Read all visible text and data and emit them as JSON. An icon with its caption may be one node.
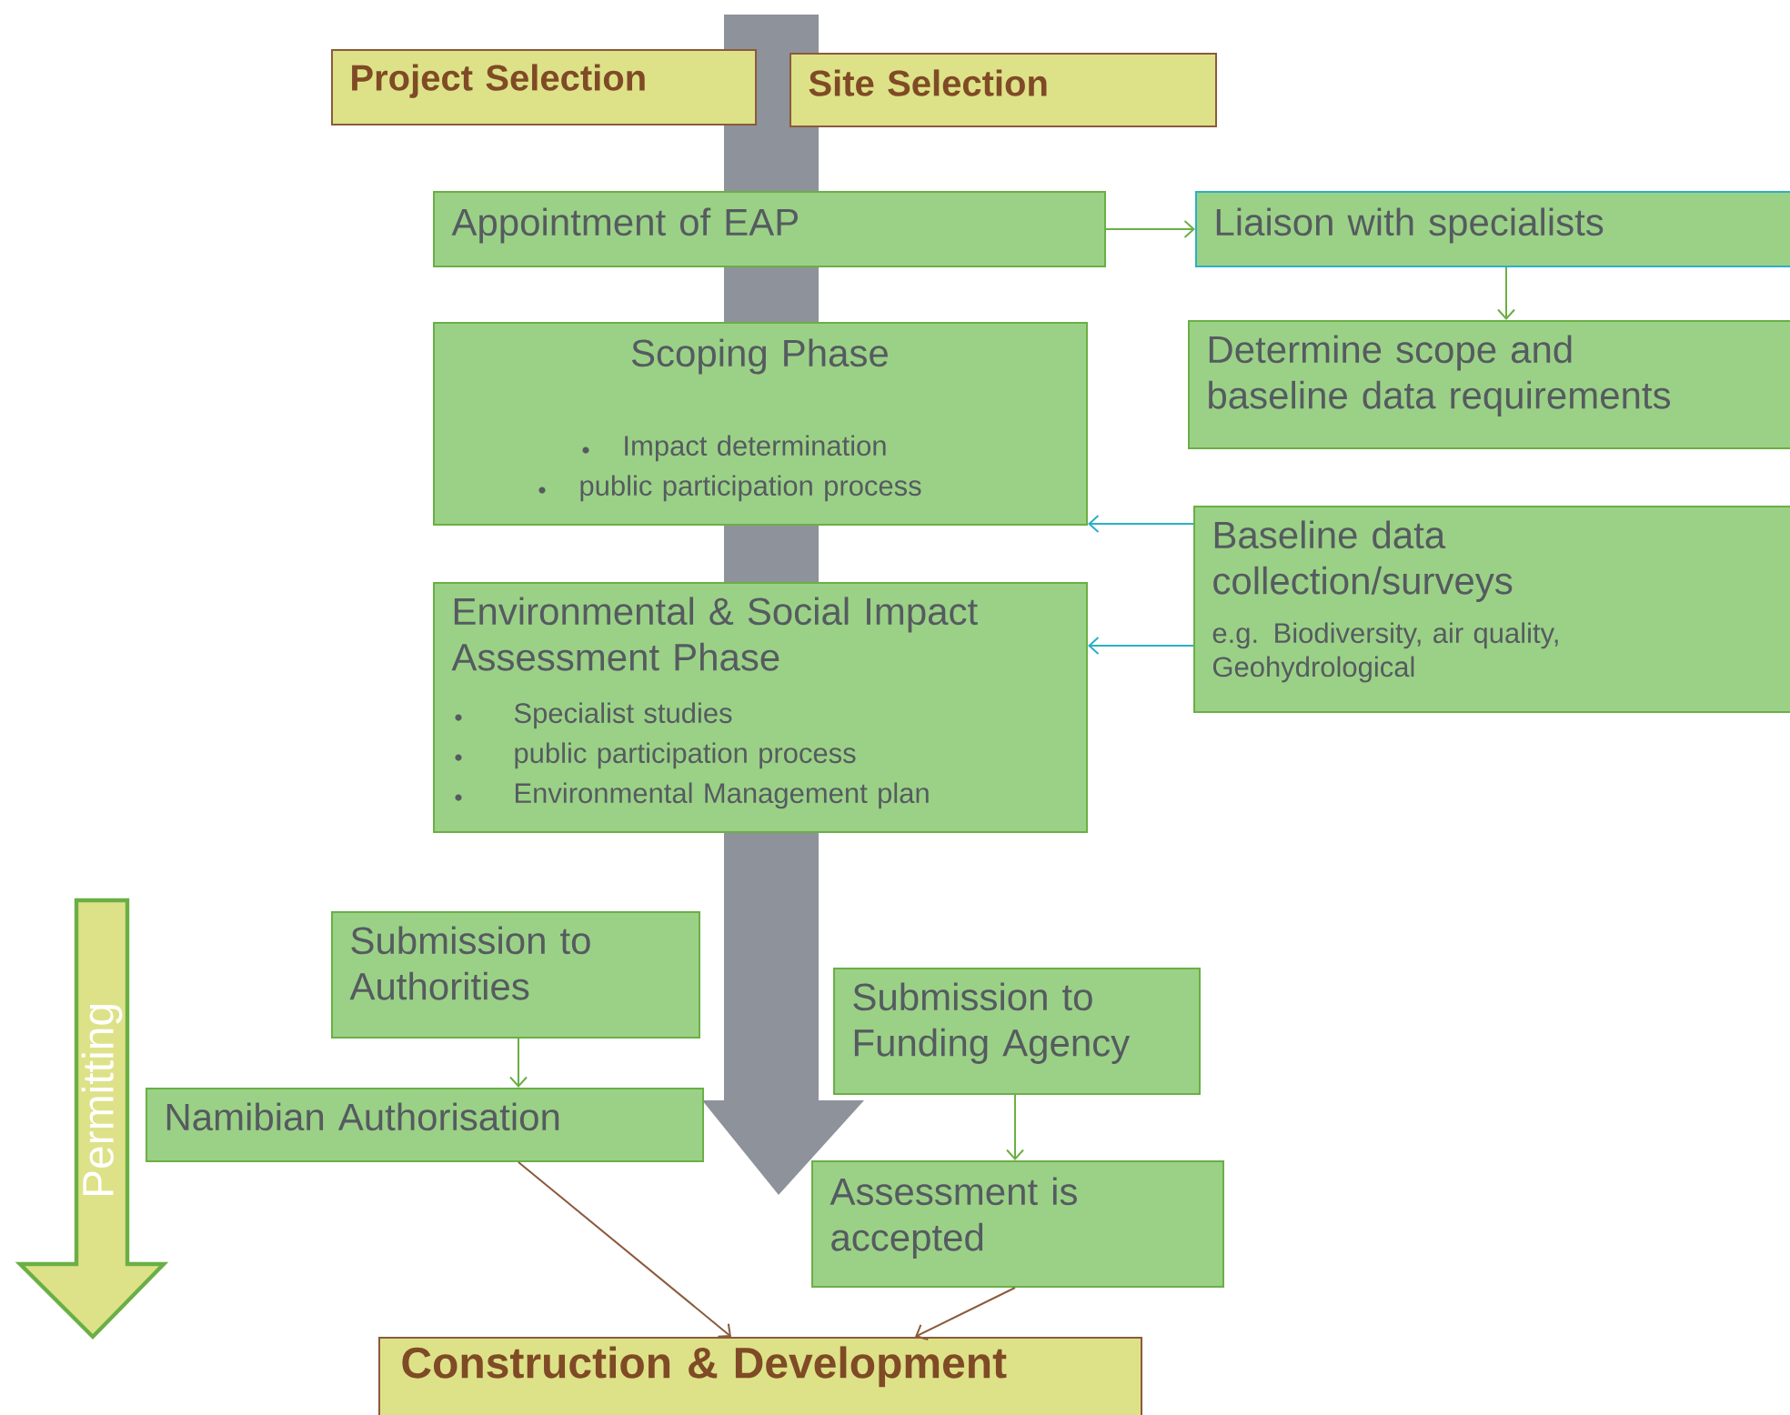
{
  "diagram": {
    "nodes": [
      {
        "text": [
          "Project Selection"
        ]
      },
      {
        "text": [
          "Site Selection"
        ]
      },
      {
        "text": [
          "Appointment of EAP"
        ]
      },
      {
        "text": [
          "Liaison with specialists"
        ]
      },
      {
        "text": [
          "Determine scope and baseline data requirements"
        ]
      },
      {
        "text": [
          "Scoping Phase",
          "Impact determination",
          "public participation process"
        ]
      },
      {
        "text": [
          "Baseline data collection/surveys",
          "e.g. Biodiversity, air quality, Geohydrological"
        ]
      },
      {
        "text": [
          "Environmental & Social Impact Assessment Phase",
          "Specialist studies",
          "public participation process",
          "Environmental Management plan"
        ]
      },
      {
        "text": [
          "Submission to Authorities"
        ]
      },
      {
        "text": [
          "Namibian Authorisation"
        ]
      },
      {
        "text": [
          "Submission to Funding Agency"
        ]
      },
      {
        "text": [
          "Assessment is accepted"
        ]
      },
      {
        "text": [
          "Construction & Development"
        ]
      },
      {
        "text": [
          "Permitting"
        ]
      }
    ],
    "edges": [
      {
        "from": 2,
        "to": 3,
        "arrow": "to"
      },
      {
        "from": 3,
        "to": 4,
        "arrow": "to"
      },
      {
        "from": 6,
        "to": 5,
        "arrow": "to",
        "color": "#2ab0c5"
      },
      {
        "from": 6,
        "to": 7,
        "arrow": "to",
        "color": "#2ab0c5"
      },
      {
        "from": 8,
        "to": 9,
        "arrow": "to"
      },
      {
        "from": 10,
        "to": 11,
        "arrow": "to"
      },
      {
        "from": 9,
        "to": 12,
        "arrow": "to",
        "color": "#8b5a3c"
      },
      {
        "from": 11,
        "to": 12,
        "arrow": "to",
        "color": "#8b5a3c"
      }
    ]
  }
}
